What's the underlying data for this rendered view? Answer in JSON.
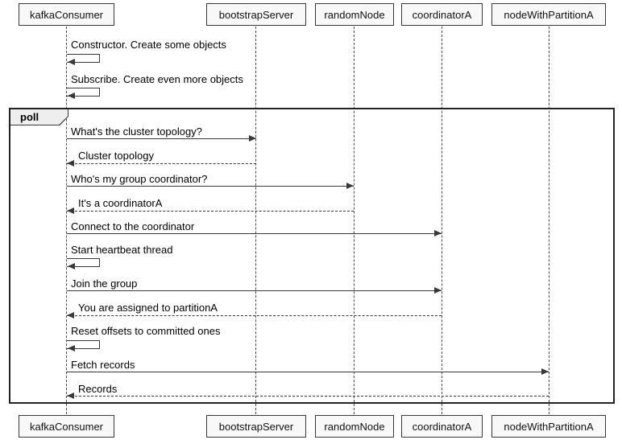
{
  "diagram_type": "sequence-diagram",
  "participants": [
    {
      "name": "kafkaConsumer"
    },
    {
      "name": "bootstrapServer"
    },
    {
      "name": "randomNode"
    },
    {
      "name": "coordinatorA"
    },
    {
      "name": "nodeWithPartitionA"
    }
  ],
  "fragment": {
    "operator": "poll"
  },
  "messages": [
    {
      "from": "kafkaConsumer",
      "to": "kafkaConsumer",
      "arrow": "self-solid",
      "text": "Constructor. Create some objects"
    },
    {
      "from": "kafkaConsumer",
      "to": "kafkaConsumer",
      "arrow": "self-solid",
      "text": "Subscribe. Create even more objects"
    },
    {
      "from": "kafkaConsumer",
      "to": "bootstrapServer",
      "arrow": "solid",
      "text": "What's the cluster topology?"
    },
    {
      "from": "bootstrapServer",
      "to": "kafkaConsumer",
      "arrow": "dashed",
      "text": "Cluster topology"
    },
    {
      "from": "kafkaConsumer",
      "to": "randomNode",
      "arrow": "solid",
      "text": "Who's my group coordinator?"
    },
    {
      "from": "randomNode",
      "to": "kafkaConsumer",
      "arrow": "dashed",
      "text": "It's a coordinatorA"
    },
    {
      "from": "kafkaConsumer",
      "to": "coordinatorA",
      "arrow": "solid",
      "text": "Connect to the coordinator"
    },
    {
      "from": "kafkaConsumer",
      "to": "kafkaConsumer",
      "arrow": "self-solid",
      "text": "Start heartbeat thread"
    },
    {
      "from": "kafkaConsumer",
      "to": "coordinatorA",
      "arrow": "solid",
      "text": "Join the group"
    },
    {
      "from": "coordinatorA",
      "to": "kafkaConsumer",
      "arrow": "dashed",
      "text": "You are assigned to partitionA"
    },
    {
      "from": "kafkaConsumer",
      "to": "kafkaConsumer",
      "arrow": "self-solid",
      "text": "Reset offsets to committed ones"
    },
    {
      "from": "kafkaConsumer",
      "to": "nodeWithPartitionA",
      "arrow": "solid",
      "text": "Fetch records"
    },
    {
      "from": "nodeWithPartitionA",
      "to": "kafkaConsumer",
      "arrow": "dashed",
      "text": "Records"
    }
  ],
  "colors": {
    "background": "#ffffff",
    "participant_fill": "#f8f8f8",
    "participant_border": "#383838",
    "line": "#383838",
    "text": "#000000",
    "fragment_border": "#222222",
    "fragment_label_fill": "#eeeeee"
  }
}
